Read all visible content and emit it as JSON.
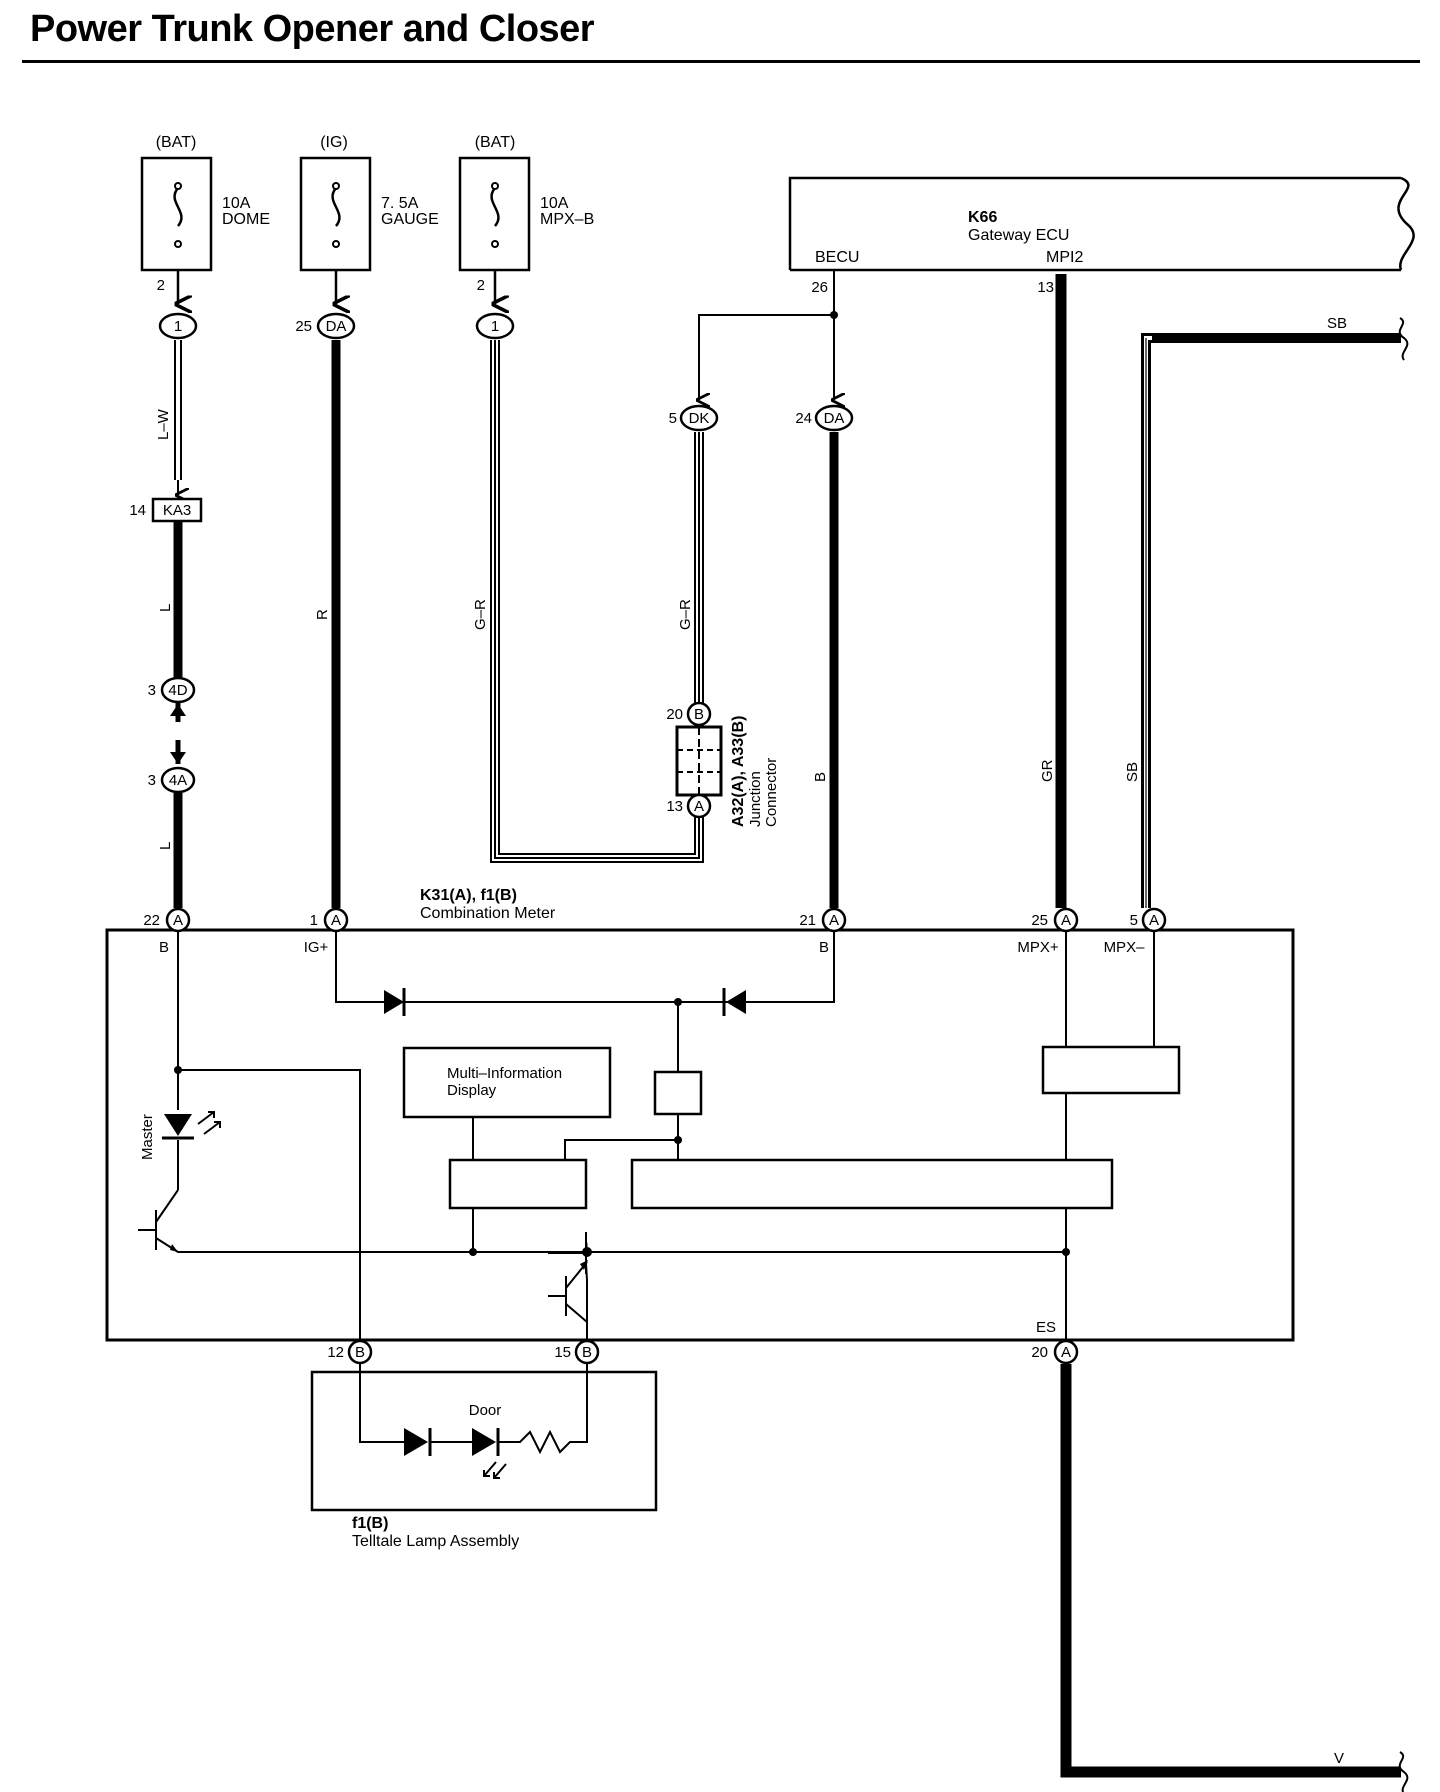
{
  "title": "Power Trunk Opener and Closer",
  "fuses": [
    {
      "source": "(BAT)",
      "rating": "10A",
      "name": "DOME",
      "pin": "2"
    },
    {
      "source": "(IG)",
      "rating": "7. 5A",
      "name": "GAUGE",
      "pin": ""
    },
    {
      "source": "(BAT)",
      "rating": "10A",
      "name": "MPX–B",
      "pin": "2"
    }
  ],
  "ecu": {
    "id": "K66",
    "name": "Gateway ECU",
    "terminals": {
      "becu": "BECU",
      "mpi2": "MPI2"
    },
    "pins": {
      "becu": "26",
      "mpi2": "13"
    }
  },
  "connectors": {
    "c1_dome": {
      "pin": "",
      "code": "1"
    },
    "c_da_gauge": {
      "pin": "25",
      "code": "DA"
    },
    "c1_mpxb": {
      "pin": "",
      "code": "1"
    },
    "c_dk": {
      "pin": "5",
      "code": "DK"
    },
    "c_da_becu": {
      "pin": "24",
      "code": "DA"
    },
    "ka3": {
      "pin": "14",
      "code": "KA3"
    },
    "c_4d": {
      "pin": "3",
      "code": "4D"
    },
    "c_4a": {
      "pin": "3",
      "code": "4A"
    },
    "jb_b": {
      "pin": "20",
      "code": "B"
    },
    "jb_a": {
      "pin": "13",
      "code": "A"
    }
  },
  "junction": {
    "id": "A32(A), A33(B)",
    "line1": "Junction",
    "line2": "Connector"
  },
  "wires": {
    "lw": "L–W",
    "l1": "L",
    "l2": "L",
    "r": "R",
    "gr1": "G–R",
    "gr2": "G–R",
    "b": "B",
    "gr3": "GR",
    "sb_v": "SB",
    "sb_h": "SB",
    "v": "V"
  },
  "meter": {
    "id": "K31(A), f1(B)",
    "name": "Combination Meter",
    "pins": [
      {
        "num": "22",
        "code": "A",
        "term": "B"
      },
      {
        "num": "1",
        "code": "A",
        "term": "IG+"
      },
      {
        "num": "21",
        "code": "A",
        "term": "B"
      },
      {
        "num": "25",
        "code": "A",
        "term": "MPX+"
      },
      {
        "num": "5",
        "code": "A",
        "term": "MPX–"
      }
    ],
    "master_label": "Master",
    "mid_label_1": "Multi–Information",
    "mid_label_2": "Display",
    "es_term": "ES",
    "es_pin": {
      "num": "20",
      "code": "A"
    },
    "bottom_pins": [
      {
        "num": "12",
        "code": "B"
      },
      {
        "num": "15",
        "code": "B"
      }
    ]
  },
  "telltale": {
    "id": "f1(B)",
    "name": "Telltale Lamp Assembly",
    "door_label": "Door"
  }
}
